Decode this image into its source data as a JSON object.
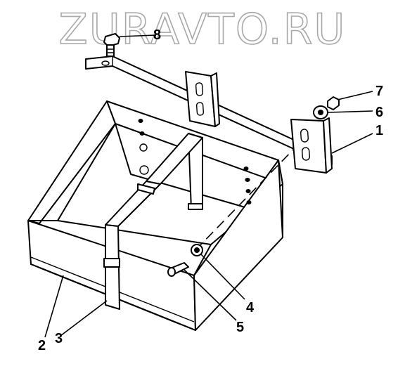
{
  "watermark": "ZURAVTO.RU",
  "callouts": [
    {
      "id": "1",
      "text": "1"
    },
    {
      "id": "2",
      "text": "2"
    },
    {
      "id": "3",
      "text": "3"
    },
    {
      "id": "4",
      "text": "4"
    },
    {
      "id": "5",
      "text": "5"
    },
    {
      "id": "6",
      "text": "6"
    },
    {
      "id": "7",
      "text": "7"
    },
    {
      "id": "8",
      "text": "8"
    }
  ],
  "colors": {
    "line": "#000000",
    "watermark_outline": "#a8a8a8",
    "background": "#ffffff"
  }
}
